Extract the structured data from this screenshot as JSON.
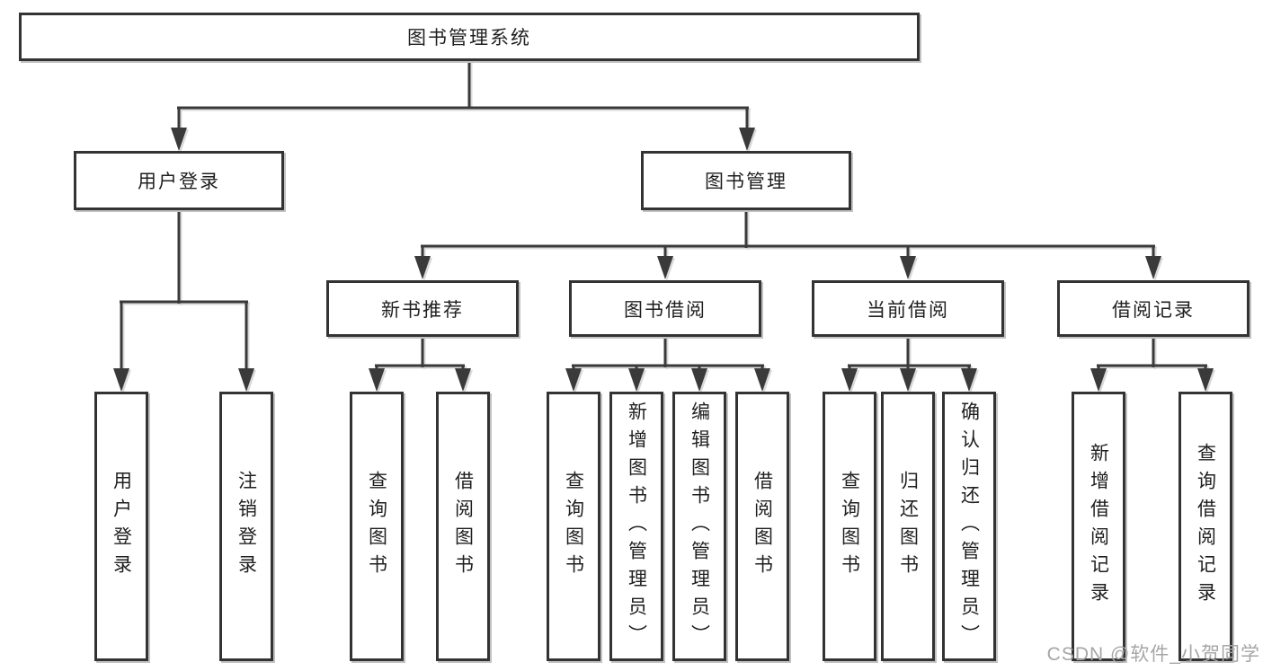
{
  "diagram": {
    "root": {
      "label": "图书管理系统"
    },
    "level2": [
      {
        "label": "用户登录",
        "children": [
          "用户登录",
          "注销登录"
        ]
      },
      {
        "label": "图书管理"
      }
    ],
    "level3": [
      {
        "label": "新书推荐",
        "children": [
          "查询图书",
          "借阅图书"
        ]
      },
      {
        "label": "图书借阅",
        "children": [
          "查询图书",
          "新增图书（管理员）",
          "编辑图书（管理员）",
          "借阅图书"
        ]
      },
      {
        "label": "当前借阅",
        "children": [
          "查询图书",
          "归还图书",
          "确认归还（管理员）"
        ]
      },
      {
        "label": "借阅记录",
        "children": [
          "新增借阅记录",
          "查询借阅记录"
        ]
      }
    ],
    "colors": {
      "line": "#3a3a3a",
      "box_border": "#333333",
      "text": "#1f1f1f",
      "background": "#ffffff",
      "watermark": "#a6a6a6"
    }
  },
  "watermark": {
    "text": "CSDN @软件_小贺同学"
  }
}
